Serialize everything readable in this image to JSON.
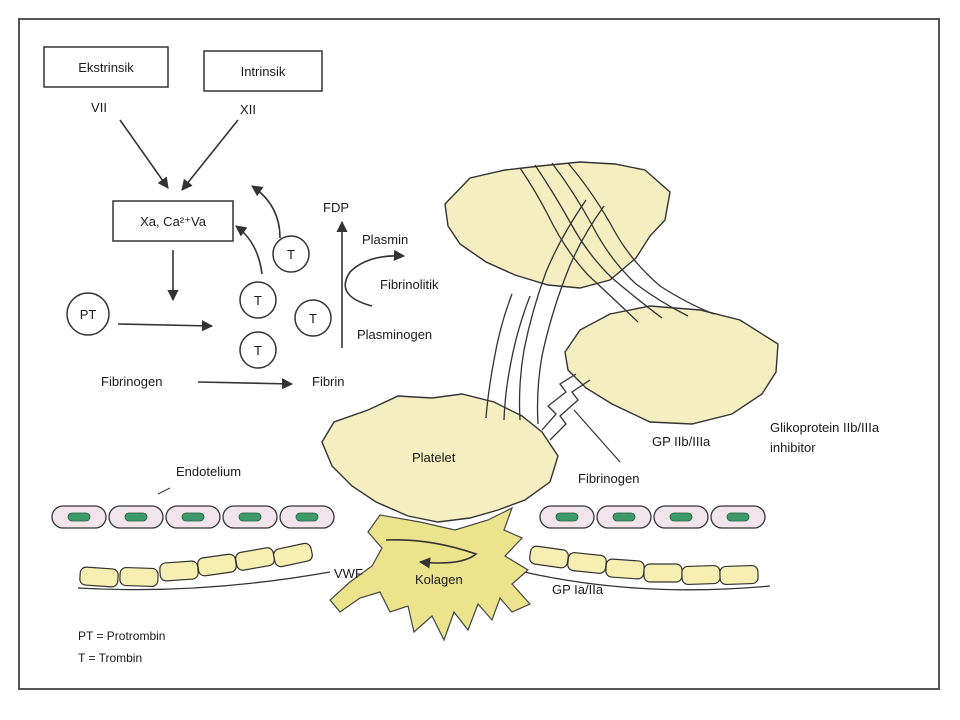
{
  "pathways": {
    "extrinsic_label": "Ekstrinsik",
    "intrinsic_label": "Intrinsik",
    "extrinsic_factor": "VII",
    "intrinsic_factor": "XII"
  },
  "complex_label": "Xa, Ca²⁺Va",
  "prothrombin_label": "PT",
  "thrombin_label": "T",
  "fibrinogen_label": "Fibrinogen",
  "fibrin_label": "Fibrin",
  "fibrinolysis": {
    "fdp_label": "FDP",
    "plasmin_label": "Plasmin",
    "fibrinolytic_label": "Fibrinolitik",
    "plasminogen_label": "Plasminogen"
  },
  "platelet_label": "Platelet",
  "gp_iib_label": "GP IIb/IIIa",
  "inhibitor_label_line1": "Glikoprotein IIb/IIIa",
  "inhibitor_label_line2": "inhibitor",
  "fibrinogen_bridge_label": "Fibrinogen",
  "endothelium_label": "Endotelium",
  "vwf_label": "VWF",
  "collagen_label": "Kolagen",
  "gp_ia_label": "GP Ia/IIa",
  "legend": {
    "pt": "PT = Protrombin",
    "t": "T   = Trombin"
  },
  "colors": {
    "platelet_fill": "#f4eec0",
    "collagen_fill": "#ece48c",
    "endothelium_fill": "#f1e4ea",
    "nucleus_fill": "#3f9a6a",
    "subendothelium_fill": "#f7efb2",
    "stroke": "#333333"
  }
}
